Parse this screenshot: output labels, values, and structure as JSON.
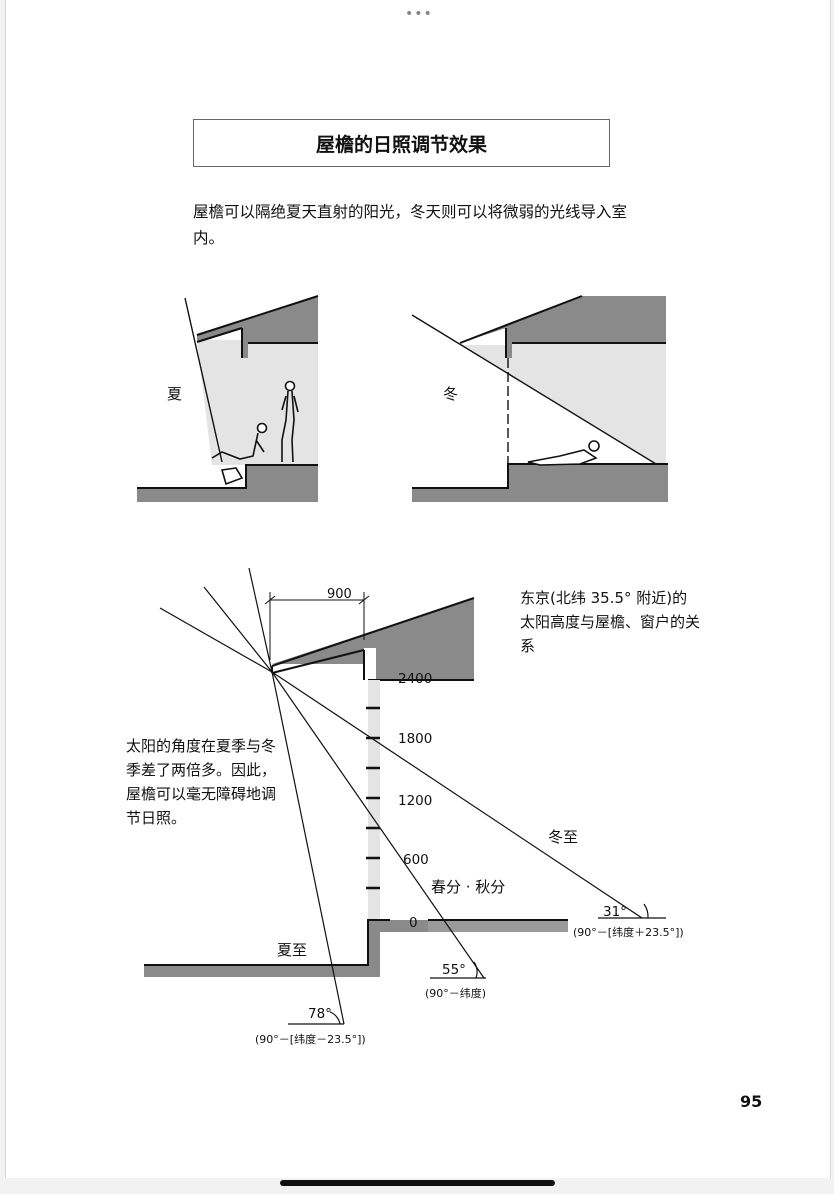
{
  "window": {
    "menu_dots": "•••"
  },
  "title": "屋檐的日照调节效果",
  "intro": "屋檐可以隔绝夏天直射的阳光，冬天则可以将微弱的光线导入室内。",
  "top_diagrams": {
    "summer_label": "夏",
    "winter_label": "冬"
  },
  "bottom_diagram": {
    "dim_900": "900",
    "heights": [
      "2400",
      "1800",
      "1200",
      "600",
      "0"
    ],
    "location_note": "东京(北纬 35.5° 附近)的太阳高度与屋檐、窗户的关系",
    "explanation": "太阳的角度在夏季与冬季差了两倍多。因此，屋檐可以毫无障碍地调节日照。",
    "winter_solstice": "冬至",
    "equinox": "春分 · 秋分",
    "summer_solstice": "夏至",
    "angle_winter": "31°",
    "formula_winter": "(90°－[纬度＋23.5°])",
    "angle_equinox": "55°",
    "formula_equinox": "(90°－纬度)",
    "angle_summer": "78°",
    "formula_summer": "(90°－[纬度－23.5°])"
  },
  "page_number": "95",
  "colors": {
    "shade": "#c8c8c8",
    "dark_gray": "#8a8a8a",
    "light_gray": "#e4e4e4"
  }
}
